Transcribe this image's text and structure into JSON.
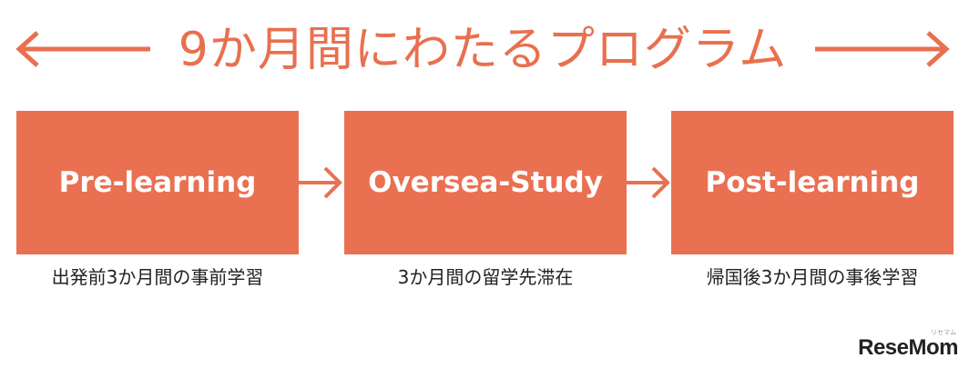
{
  "title": "9か月間にわたるプログラム",
  "colors": {
    "accent": "#ea7052",
    "title_text": "#e8704f",
    "box_text": "#ffffff",
    "caption_text": "#222222"
  },
  "steps": [
    {
      "label": "Pre-learning",
      "caption": "出発前3か月間の事前学習"
    },
    {
      "label": "Oversea-Study",
      "caption": "3か月間の留学先滞在"
    },
    {
      "label": "Post-learning",
      "caption": "帰国後3か月間の事後学習"
    }
  ],
  "logo": {
    "text": "ReseMom",
    "kana": "リセマム"
  }
}
